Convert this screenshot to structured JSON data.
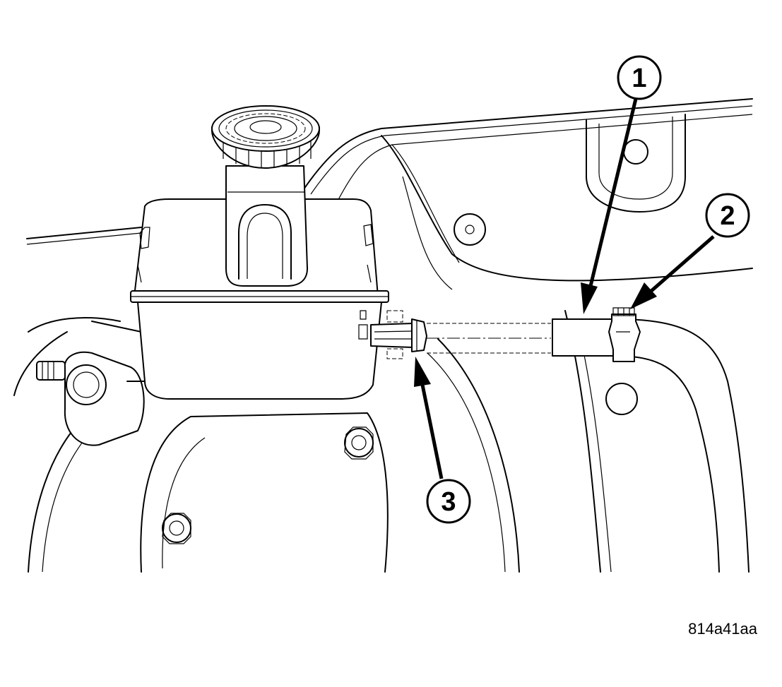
{
  "callouts": [
    {
      "number": "1"
    },
    {
      "number": "2"
    },
    {
      "number": "3"
    }
  ],
  "figure_id": "814a41aa"
}
